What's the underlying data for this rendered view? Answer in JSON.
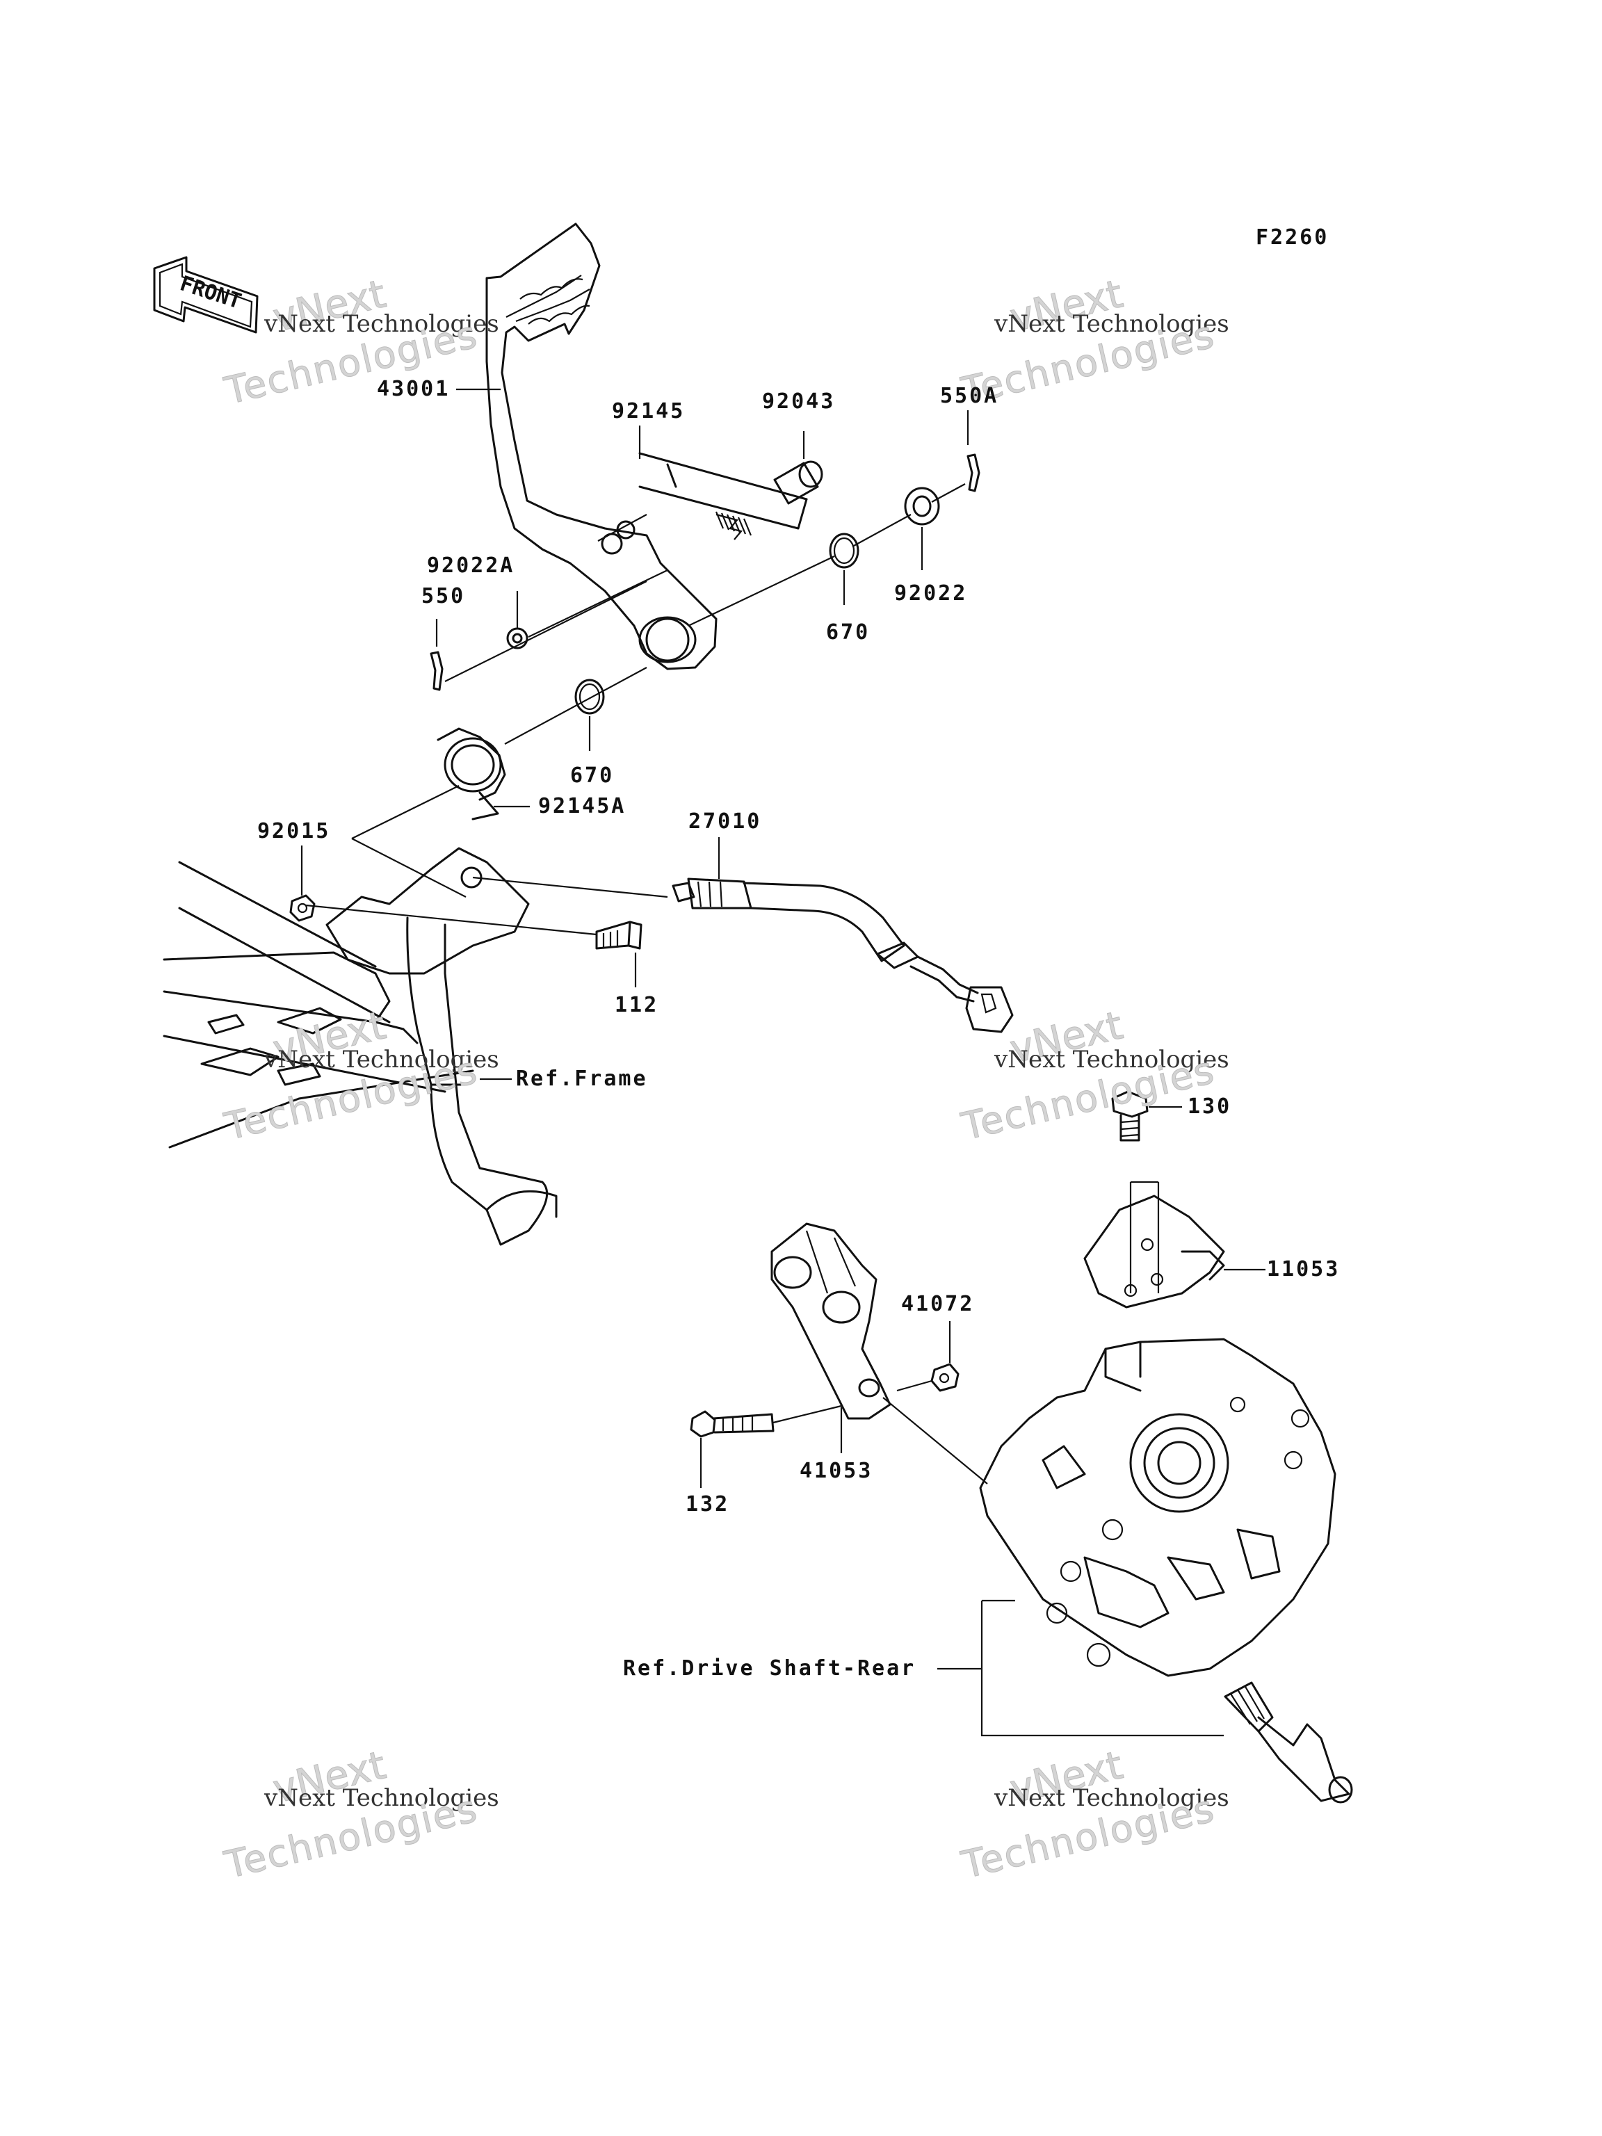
{
  "figure_code": "F2260",
  "front_label": "FRONT",
  "watermark": {
    "line1": "vNext Technologies",
    "line2": "Technologies",
    "line3": "vNext"
  },
  "parts": [
    {
      "id": "p43001",
      "label": "43001"
    },
    {
      "id": "p92145",
      "label": "92145"
    },
    {
      "id": "p92043",
      "label": "92043"
    },
    {
      "id": "p550A",
      "label": "550A"
    },
    {
      "id": "p92022A",
      "label": "92022A"
    },
    {
      "id": "p550",
      "label": "550"
    },
    {
      "id": "p670a",
      "label": "670"
    },
    {
      "id": "p92022",
      "label": "92022"
    },
    {
      "id": "p670b",
      "label": "670"
    },
    {
      "id": "p92145A",
      "label": "92145A"
    },
    {
      "id": "p92015",
      "label": "92015"
    },
    {
      "id": "p27010",
      "label": "27010"
    },
    {
      "id": "p112",
      "label": "112"
    },
    {
      "id": "pRefFrame",
      "label": "Ref.Frame"
    },
    {
      "id": "p130",
      "label": "130"
    },
    {
      "id": "p11053",
      "label": "11053"
    },
    {
      "id": "p41072",
      "label": "41072"
    },
    {
      "id": "p132",
      "label": "132"
    },
    {
      "id": "p41053",
      "label": "41053"
    },
    {
      "id": "pRefDrive",
      "label": "Ref.Drive Shaft-Rear"
    }
  ]
}
